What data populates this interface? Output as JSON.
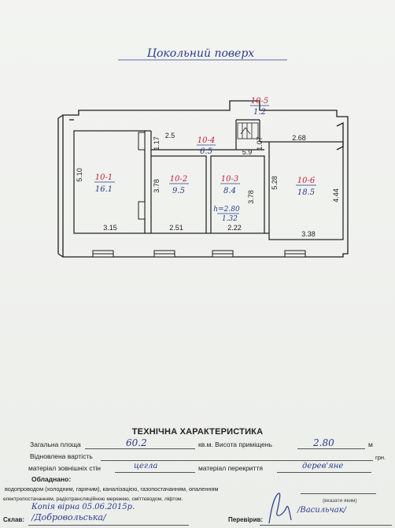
{
  "header": {
    "floor_title": "Цокольний поверх"
  },
  "rooms": [
    {
      "id": "10-1",
      "area": "16.1"
    },
    {
      "id": "10-2",
      "area": "9.5"
    },
    {
      "id": "10-3",
      "area": "8.4"
    },
    {
      "id": "10-4",
      "area": "6.5"
    },
    {
      "id": "10-5",
      "area": "1.2"
    },
    {
      "id": "10-6",
      "area": "18.5"
    }
  ],
  "room_10_3_note": {
    "line1": "h=2.80",
    "line2": "1.32"
  },
  "dimensions": {
    "d510": "5.10",
    "d315": "3.15",
    "d378a": "3.78",
    "d251": "2.51",
    "d25": "2.5",
    "d117": "1.17",
    "d59": "5.9",
    "d107": "1.07",
    "d378b": "3.78",
    "d222": "2.22",
    "d268": "2.68",
    "d528": "5.28",
    "d444": "4.44",
    "d338": "3.38"
  },
  "tech": {
    "title": "ТЕХНІЧНА ХАРАКТЕРИСТИКА",
    "total_area_label": "Загальна площа",
    "total_area_value": "60.2",
    "height_label": "кв.м. Висота приміщень",
    "height_value": "2.80",
    "unit_m": "м",
    "restored_value_label": "Відновлена вартість",
    "unit_grn": "грн.",
    "walls_label": "матеріал зовнішніх стін",
    "walls_value": "цегла",
    "ceiling_label": "матеріал перекриття",
    "ceiling_value": "дерев'яне",
    "equipped_label": "Обладнано:",
    "utilities_line1": "водопроводом (холодним, гарячим), каналізацією, газопостачанням, опаленням",
    "utilities_line2": "електропостачанням, радіотрансляційною мережею, сміттєводом, ліфтом.",
    "indicate_note": "(вказати яким)",
    "composed_label": "Склав:",
    "composed_value": "Копія вірна 05.06.2015р.",
    "composed_name": "/Добровольська/",
    "checked_label": "Перевірив:",
    "checked_name": "/Васильчак/"
  }
}
